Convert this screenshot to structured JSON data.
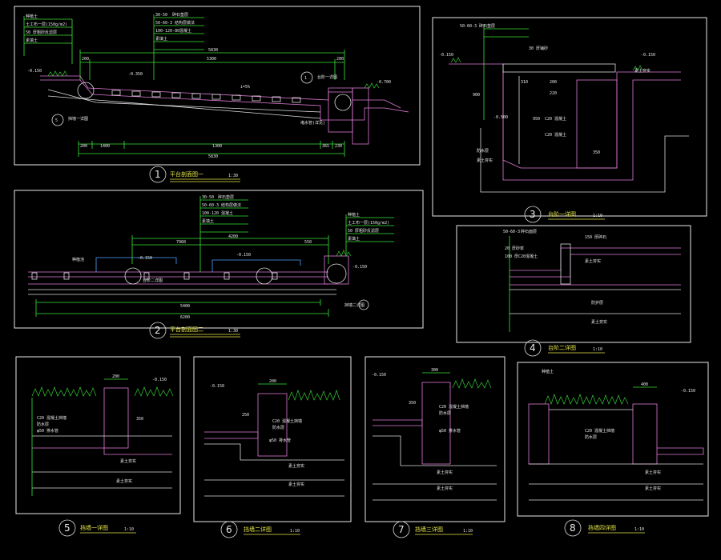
{
  "panels": [
    {
      "no": "1",
      "title": "平台剖面图一",
      "scale": "1:30"
    },
    {
      "no": "2",
      "title": "平台剖面图二",
      "scale": "1:30"
    },
    {
      "no": "3",
      "title": "台阶一详图",
      "scale": "1:10"
    },
    {
      "no": "4",
      "title": "台阶二详图",
      "scale": "1:10"
    },
    {
      "no": "5",
      "title": "挡墙一详图",
      "scale": "1:10"
    },
    {
      "no": "6",
      "title": "挡墙二详图",
      "scale": "1:10"
    },
    {
      "no": "7",
      "title": "挡墙三详图",
      "scale": "1:10"
    },
    {
      "no": "8",
      "title": "挡墙四详图",
      "scale": "1:10"
    }
  ],
  "dims": {
    "p1_top": [
      "200",
      "5300",
      "200"
    ],
    "p1_total": "5830",
    "p1_bottom": [
      "200",
      "1400",
      "1300",
      "365",
      "230"
    ],
    "p1_bottom_total": "5830",
    "p2_top": [
      "7960",
      "4200",
      "550"
    ],
    "p2_bottom": [
      "5400",
      "6200"
    ],
    "p3": [
      "310",
      "200",
      "950",
      "220",
      "350",
      "900"
    ],
    "p5": [
      "200",
      "350"
    ],
    "p6": [
      "200",
      "250"
    ],
    "p7": [
      "300",
      "350"
    ],
    "p8": [
      "400"
    ]
  },
  "elev": {
    "p1_left": "-0.150",
    "p1_right": "-0.700",
    "p1_mid": "-0.350",
    "p1_slope": "i=5%",
    "p3_left": "-0.150",
    "p3_right": "-0.150",
    "p3_bottom": "-0.500",
    "p2_a": "-0.150",
    "p2_b": "-0.150",
    "p2_c": "-0.150",
    "p5": "-0.150",
    "p6": "-0.150",
    "p7": "-0.150",
    "p8": "-0.150"
  },
  "notes": {
    "p1_left": [
      "种植土",
      "土工布一层(150g/m2)",
      "50 厚粗砂反滤层",
      "素填土"
    ],
    "p1_center": [
      "30-50",
      "碎石垫层",
      "50-60-3",
      "结构层做法",
      "100-120-80",
      "混凝土",
      "素填土"
    ],
    "p1_markers": [
      "台阶一详图",
      "挡墙一详图",
      "堵水管(详见)"
    ],
    "p2_left": [
      "种植土",
      "土工布一层(150g/m2)",
      "50 厚粗砂反滤层",
      "素填土"
    ],
    "p2_center": [
      "30-50",
      "碎石垫层",
      "50-60-3",
      "结构层做法",
      "100-120",
      "混凝土",
      "素填土"
    ],
    "p2_markers": [
      "台阶二详图",
      "挡墙二详图",
      "种植池"
    ],
    "p3": [
      "50-60-3",
      "碎石垫层",
      "30 厚铺砂",
      "C20 混凝土",
      "素土夯实",
      "C20 混凝土",
      "防水层",
      "素土夯实"
    ],
    "p4": [
      "50-60-3",
      "碎石面层",
      "20 厚砂浆",
      "100 厚C20混凝土",
      "150 厚碎石",
      "素土夯实",
      "防护层",
      "素土夯实"
    ],
    "p5": [
      "C20 混凝土挡墙",
      "防水层",
      "φ50 排水管",
      "素土夯实",
      "素土夯实"
    ],
    "p6": [
      "C20 混凝土挡墙",
      "防水层",
      "φ50 排水管",
      "素土夯实",
      "素土夯实"
    ],
    "p7": [
      "C20 混凝土挡墙",
      "防水层",
      "φ50 排水管",
      "素土夯实",
      "素土夯实"
    ],
    "p8": [
      "种植土",
      "C20 混凝土挡墙",
      "防水层",
      "素土夯实",
      "素土夯实"
    ]
  },
  "colors": {
    "frame": "#e8e8e8",
    "green": "#39e639",
    "magenta": "#e07ad8",
    "yellow": "#e6e64a",
    "cyan": "#4aa3ff"
  }
}
